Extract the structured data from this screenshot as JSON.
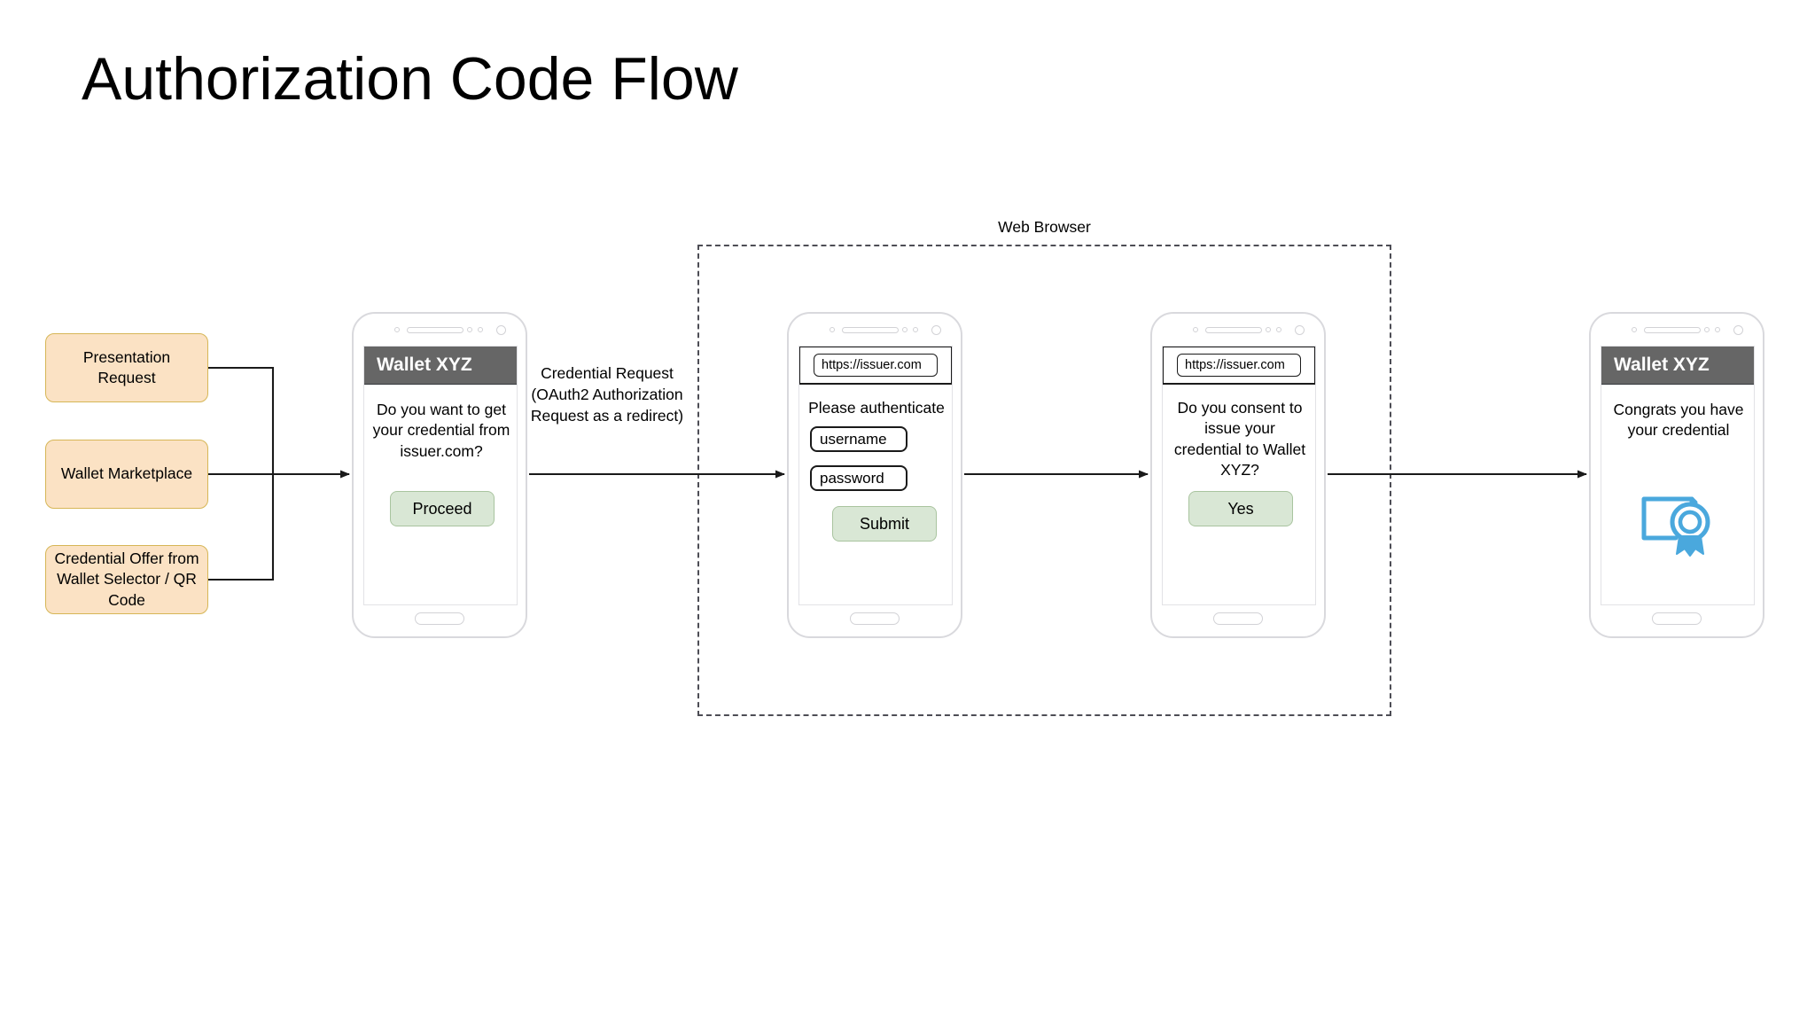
{
  "page": {
    "title": "Authorization Code Flow",
    "background": "#ffffff"
  },
  "colors": {
    "source_box_fill": "#fbe2c4",
    "source_box_border": "#d6b656",
    "wallet_header_fill": "#666666",
    "wallet_header_text": "#ffffff",
    "green_button_fill": "#d9e7d5",
    "green_button_border": "#a9c49f",
    "phone_frame_border": "#d9d9dd",
    "connector_line": "#1a1a1a",
    "dashed_region_border": "#4d4d55",
    "credential_icon": "#4aa8dd"
  },
  "sources": {
    "items": [
      {
        "label": "Presentation Request"
      },
      {
        "label": "Wallet Marketplace"
      },
      {
        "label": "Credential Offer from Wallet Selector / QR Code"
      }
    ]
  },
  "flow_labels": {
    "credential_request": "Credential Request (OAuth2 Authorization Request as a redirect)"
  },
  "browser_region": {
    "label": "Web Browser"
  },
  "phones": [
    {
      "id": "wallet-consent",
      "chrome_type": "wallet-header",
      "header_title": "Wallet XYZ",
      "body_text": "Do you want to get your credential from issuer.com?",
      "button_label": "Proceed",
      "icon": null
    },
    {
      "id": "issuer-authenticate",
      "chrome_type": "browser-url",
      "url": "https://issuer.com",
      "body_text": "Please authenticate",
      "fields": [
        {
          "value": "username"
        },
        {
          "value": "password"
        }
      ],
      "button_label": "Submit",
      "icon": null
    },
    {
      "id": "issuer-consent",
      "chrome_type": "browser-url",
      "url": "https://issuer.com",
      "body_text": "Do you consent to issue your credential to Wallet XYZ?",
      "button_label": "Yes",
      "icon": null
    },
    {
      "id": "wallet-success",
      "chrome_type": "wallet-header",
      "header_title": "Wallet XYZ",
      "body_text": "Congrats you have your credential",
      "button_label": null,
      "icon": "certificate-award-icon"
    }
  ]
}
